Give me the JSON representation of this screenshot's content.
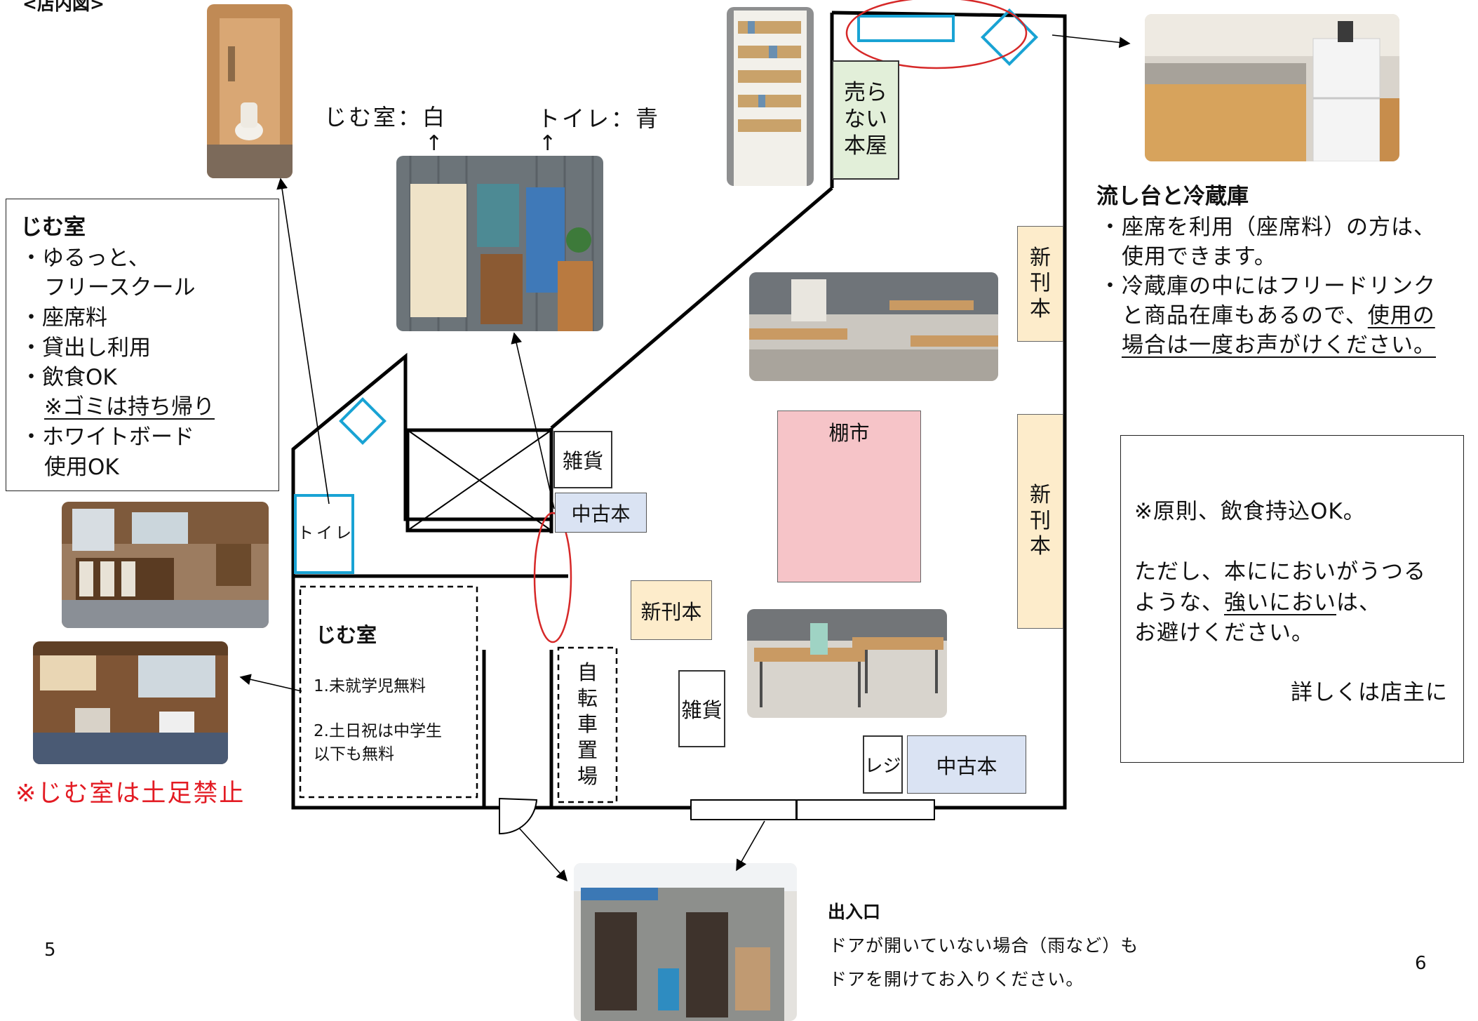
{
  "page_heading": "<店内図>",
  "page_numbers": {
    "left": "5",
    "right": "6"
  },
  "captions": {
    "jimu_white": "じむ室：白",
    "toilet_blue": "トイレ：青",
    "up_arrow": "↑"
  },
  "jimu_info_box": {
    "title": "じむ室",
    "lines": [
      "・ゆるっと、",
      "フリースクール",
      "・座席料",
      "・貸出し利用",
      "・飲食OK",
      "※ゴミは持ち帰り",
      "・ホワイトボード",
      "使用OK"
    ]
  },
  "no_shoes_note": "※じむ室は土足禁止",
  "sink_fridge_info": {
    "title": "流し台と冷蔵庫",
    "line1": "・座席を利用（座席料）の方は、",
    "line2": "使用できます。",
    "line3": "・冷蔵庫の中にはフリードリンク",
    "line4a": "と商品在庫もあるので、",
    "line4b": "使用の",
    "line5": "場合は一度お声がけください。"
  },
  "food_policy_box": {
    "line1": "※原則、飲食持込OK。",
    "line2": "ただし、本ににおいがうつる",
    "line3a": "ような、",
    "line3b": "強いにおい",
    "line3c": "は、",
    "line4": "お避けください。",
    "line5": "詳しくは店主に"
  },
  "entrance_info": {
    "title": "出入口",
    "line1": "ドアが開いていない場合（雨など）も",
    "line2": "ドアを開けてお入りください。"
  },
  "floor_plan": {
    "urananai_honya": [
      "売ら",
      "ない",
      "本屋"
    ],
    "shinkan_right_upper": [
      "新",
      "刊",
      "本"
    ],
    "shinkan_right_lower": [
      "新",
      "刊",
      "本"
    ],
    "tanaichi": "棚市",
    "zakka_upper": "雑貨",
    "chukobon_upper": "中古本",
    "shinkanbon_center": "新刊本",
    "zakka_lower": "雑貨",
    "reji": "レジ",
    "chukobon_lower": "中古本",
    "toilet": "トイレ",
    "bicycle_parking": [
      "自",
      "転",
      "車",
      "置",
      "場"
    ],
    "jimu_room": {
      "title": "じむ室",
      "rule1": "1.未就学児無料",
      "rule2": "2.土日祝は中学生",
      "rule2_cont": "以下も無料"
    }
  },
  "colors": {
    "yellow_zone": "#fdeccb",
    "green_zone": "#e2efd9",
    "blue_zone": "#dae3f3",
    "pink_zone": "#f6c4c8",
    "water_outline": "#19a3d4",
    "red_outline": "#d62828",
    "red_note": "#e31b23"
  }
}
